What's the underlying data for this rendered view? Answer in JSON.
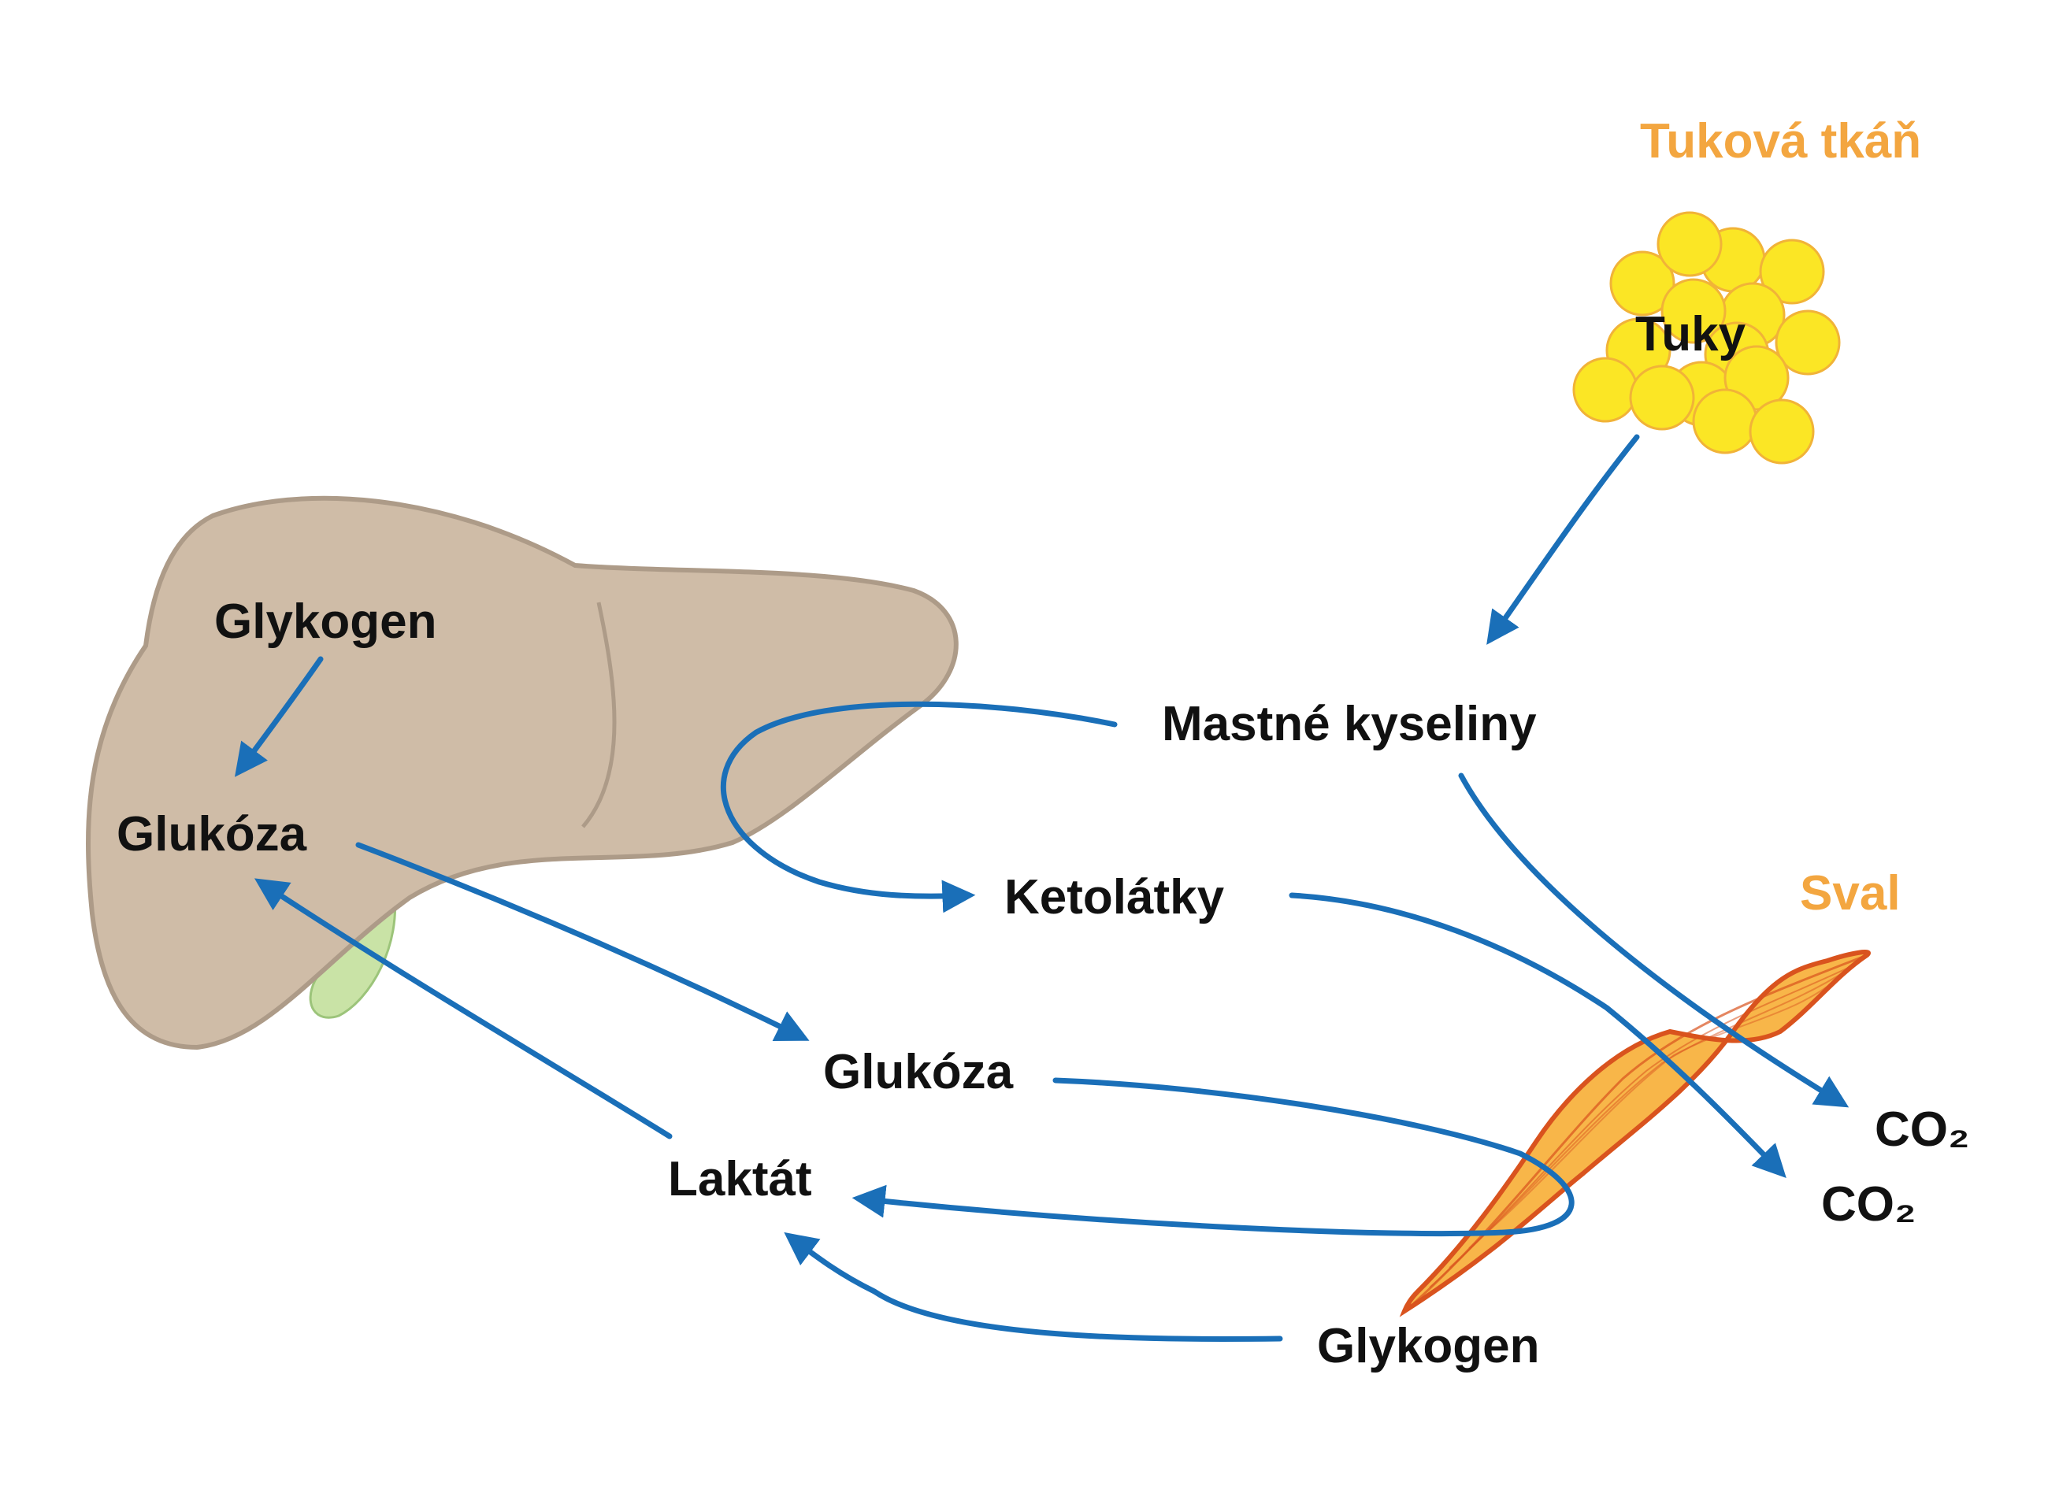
{
  "colors": {
    "arrow": "#1a6fb8",
    "liver_fill": "#cfbca7",
    "liver_stroke": "#ad9b88",
    "gallbladder": "#c9e3a6",
    "fat_cell": "#fbe625",
    "fat_cell_stroke": "#f1b338",
    "muscle_fill": "#f8b649",
    "muscle_stroke": "#d9531e",
    "accent_orange": "#f3a640",
    "text": "#111111"
  },
  "labels": {
    "adipose_title": "Tuková tkáň",
    "fats": "Tuky",
    "muscle_title": "Sval",
    "liver_glycogen": "Glykogen",
    "liver_glucose": "Glukóza",
    "fatty_acids": "Mastné kyseliny",
    "ketones": "Ketolátky",
    "blood_glucose": "Glukóza",
    "lactate": "Laktát",
    "muscle_glycogen": "Glykogen",
    "co2_a": "CO₂",
    "co2_b": "CO₂"
  },
  "icons": [
    "liver-icon",
    "gallbladder-icon",
    "fat-cells-icon",
    "muscle-icon"
  ]
}
